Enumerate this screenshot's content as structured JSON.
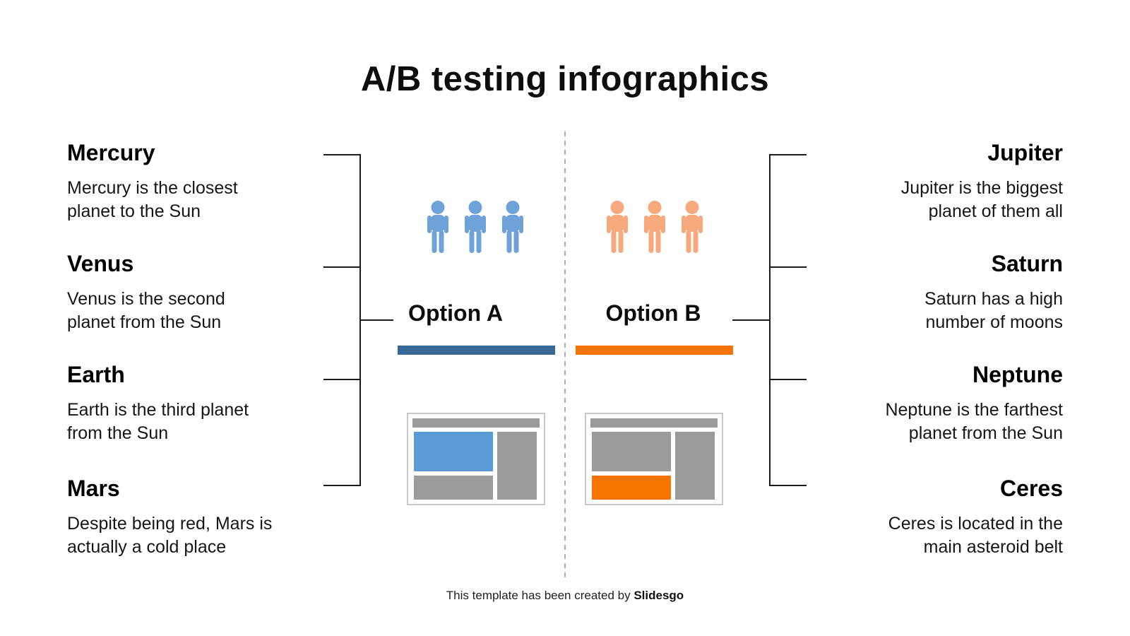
{
  "title": "A/B testing infographics",
  "left_items": [
    {
      "heading": "Mercury",
      "description": "Mercury is the closest\nplanet to the Sun"
    },
    {
      "heading": "Venus",
      "description": "Venus is the second\nplanet from the Sun"
    },
    {
      "heading": "Earth",
      "description": "Earth is the third planet\nfrom the Sun"
    },
    {
      "heading": "Mars",
      "description": "Despite being red, Mars is\nactually a cold place"
    }
  ],
  "right_items": [
    {
      "heading": "Jupiter",
      "description": "Jupiter is the biggest\nplanet of them all"
    },
    {
      "heading": "Saturn",
      "description": "Saturn has a high\nnumber of moons"
    },
    {
      "heading": "Neptune",
      "description": "Neptune is the farthest\nplanet from the Sun"
    },
    {
      "heading": "Ceres",
      "description": "Ceres is located in the\nmain asteroid belt"
    }
  ],
  "options": {
    "a": {
      "label": "Option A",
      "underline_color": "#366795",
      "audience_icons": {
        "name": "person-icon",
        "count": 3,
        "color": "#6FA2D9"
      },
      "wireframe": {
        "type": "webpage-mockup",
        "header_color": "#9B9B9B",
        "big_block_color": "#5B9BD5",
        "small_block_color": "#9B9B9B",
        "side_column_color": "#9B9B9B"
      }
    },
    "b": {
      "label": "Option B",
      "underline_color": "#F87400",
      "audience_icons": {
        "name": "person-icon",
        "count": 3,
        "color": "#F5A97C"
      },
      "wireframe": {
        "type": "webpage-mockup",
        "header_color": "#9B9B9B",
        "big_block_color": "#9B9B9B",
        "small_block_color": "#F87400",
        "side_column_color": "#9B9B9B"
      }
    }
  },
  "divider": {
    "style": "dashed-vertical-line",
    "color": "#B0B0B0"
  },
  "bracket_color": "#1C1C1C",
  "footer": {
    "text": "This template has been created by ",
    "brand": "Slidesgo"
  }
}
